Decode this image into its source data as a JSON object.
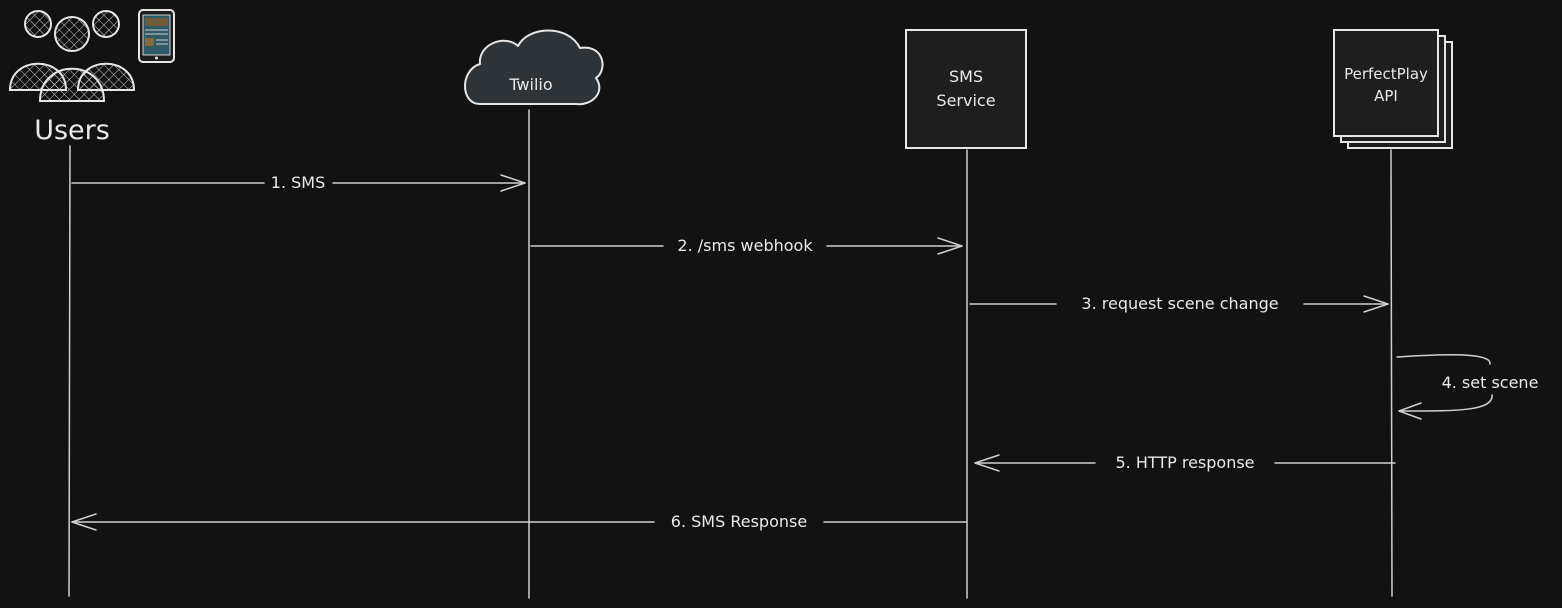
{
  "participants": {
    "users": {
      "label": "Users",
      "icon": "users-icon"
    },
    "twilio": {
      "label": "Twilio",
      "icon": "cloud-icon"
    },
    "sms_service": {
      "line1": "SMS",
      "line2": "Service"
    },
    "perfectplay_api": {
      "line1": "PerfectPlay",
      "line2": "API"
    }
  },
  "messages": [
    {
      "label": "1. SMS"
    },
    {
      "label": "2. /sms webhook"
    },
    {
      "label": "3. request scene change"
    },
    {
      "label": "4. set scene"
    },
    {
      "label": "5. HTTP response"
    },
    {
      "label": "6. SMS Response"
    }
  ],
  "colors": {
    "background": "#121212",
    "stroke": "#cfcfcf",
    "text": "#e9e9e9",
    "box_fill": "#1e1e1e",
    "cloud_fill": "#2d3336"
  }
}
